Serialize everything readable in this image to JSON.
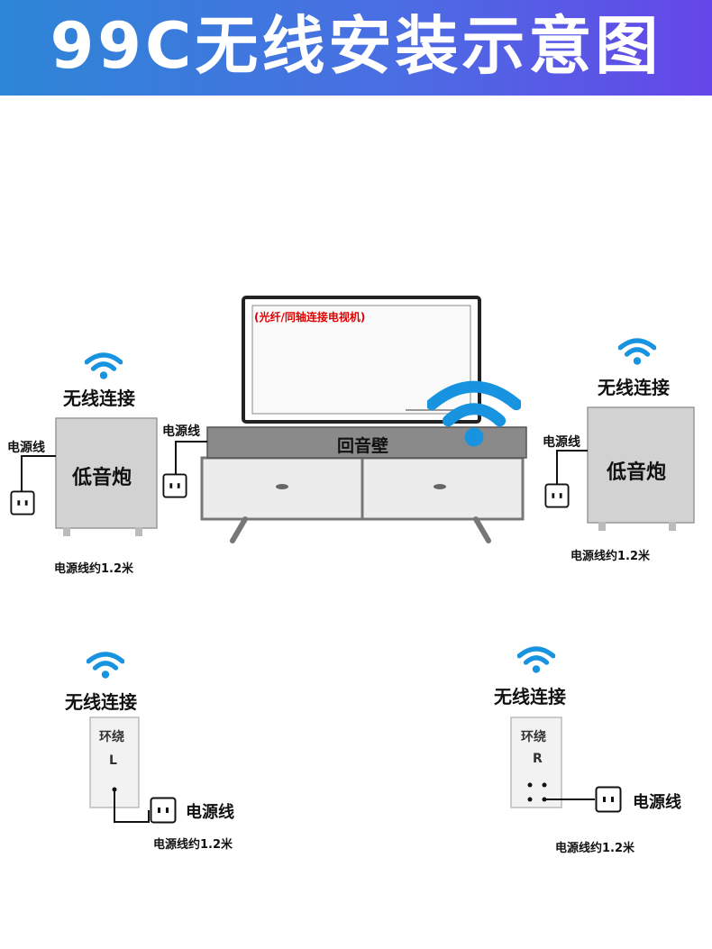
{
  "title": "99C无线安装示意图",
  "tv_note": "(光纤/同轴连接电视机)",
  "soundbar_label": "回音壁",
  "wireless_label": "无线连接",
  "subwoofer_label": "低音炮",
  "power_cord_label": "电源线",
  "power_cord_length": "电源线约1.2米",
  "surround_label": "环绕",
  "left_channel": "L",
  "right_channel": "R",
  "colors": {
    "banner_start": "#2d86d6",
    "banner_end": "#6546e8",
    "wifi": "#1793e0",
    "tv_note": "#e00000"
  },
  "icons": [
    "wifi-icon",
    "power-outlet-icon"
  ]
}
